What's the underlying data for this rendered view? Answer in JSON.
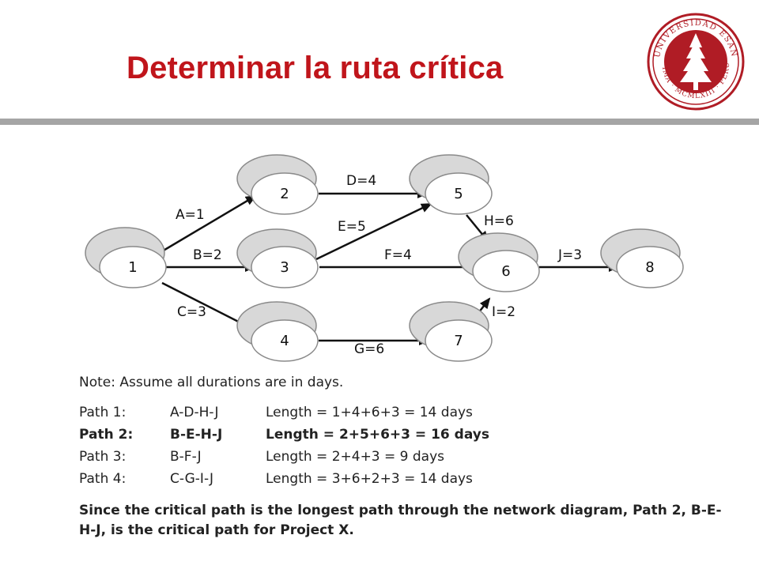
{
  "title": "Determinar la ruta crítica",
  "logo": {
    "name": "Universidad ESAN seal",
    "text_top": "UNIVERSIDAD ESAN",
    "text_bottom": "LIMA · MCMLXIII · PERU",
    "color": "#b01c25"
  },
  "colors": {
    "title": "#c0151b",
    "rule": "#a5a5a5",
    "node_fill": "#d8d8d8",
    "node_inner": "#ffffff",
    "arrow": "#111111"
  },
  "nodes": [
    "1",
    "2",
    "3",
    "4",
    "5",
    "6",
    "7",
    "8"
  ],
  "edges": [
    {
      "from": "1",
      "to": "2",
      "label": "A=1"
    },
    {
      "from": "1",
      "to": "3",
      "label": "B=2"
    },
    {
      "from": "1",
      "to": "4",
      "label": "C=3"
    },
    {
      "from": "2",
      "to": "5",
      "label": "D=4"
    },
    {
      "from": "3",
      "to": "5",
      "label": "E=5"
    },
    {
      "from": "3",
      "to": "6",
      "label": "F=4"
    },
    {
      "from": "4",
      "to": "7",
      "label": "G=6"
    },
    {
      "from": "5",
      "to": "6",
      "label": "H=6"
    },
    {
      "from": "7",
      "to": "6",
      "label": "I=2"
    },
    {
      "from": "6",
      "to": "8",
      "label": "J=3"
    }
  ],
  "note": "Note:  Assume all durations are in days.",
  "paths": [
    {
      "name": "Path 1:",
      "route": "A-D-H-J",
      "length": "Length = 1+4+6+3 = 14 days",
      "bold": false
    },
    {
      "name": "Path 2:",
      "route": "B-E-H-J",
      "length": "Length = 2+5+6+3 = 16 days",
      "bold": true
    },
    {
      "name": "Path 3:",
      "route": "B-F-J",
      "length": "Length = 2+4+3 = 9 days",
      "bold": false
    },
    {
      "name": "Path 4:",
      "route": "C-G-I-J",
      "length": "Length = 3+6+2+3 = 14 days",
      "bold": false
    }
  ],
  "conclusion": "Since the critical path is the longest path through the network diagram, Path 2, B-E-H-J, is the critical path for Project X."
}
